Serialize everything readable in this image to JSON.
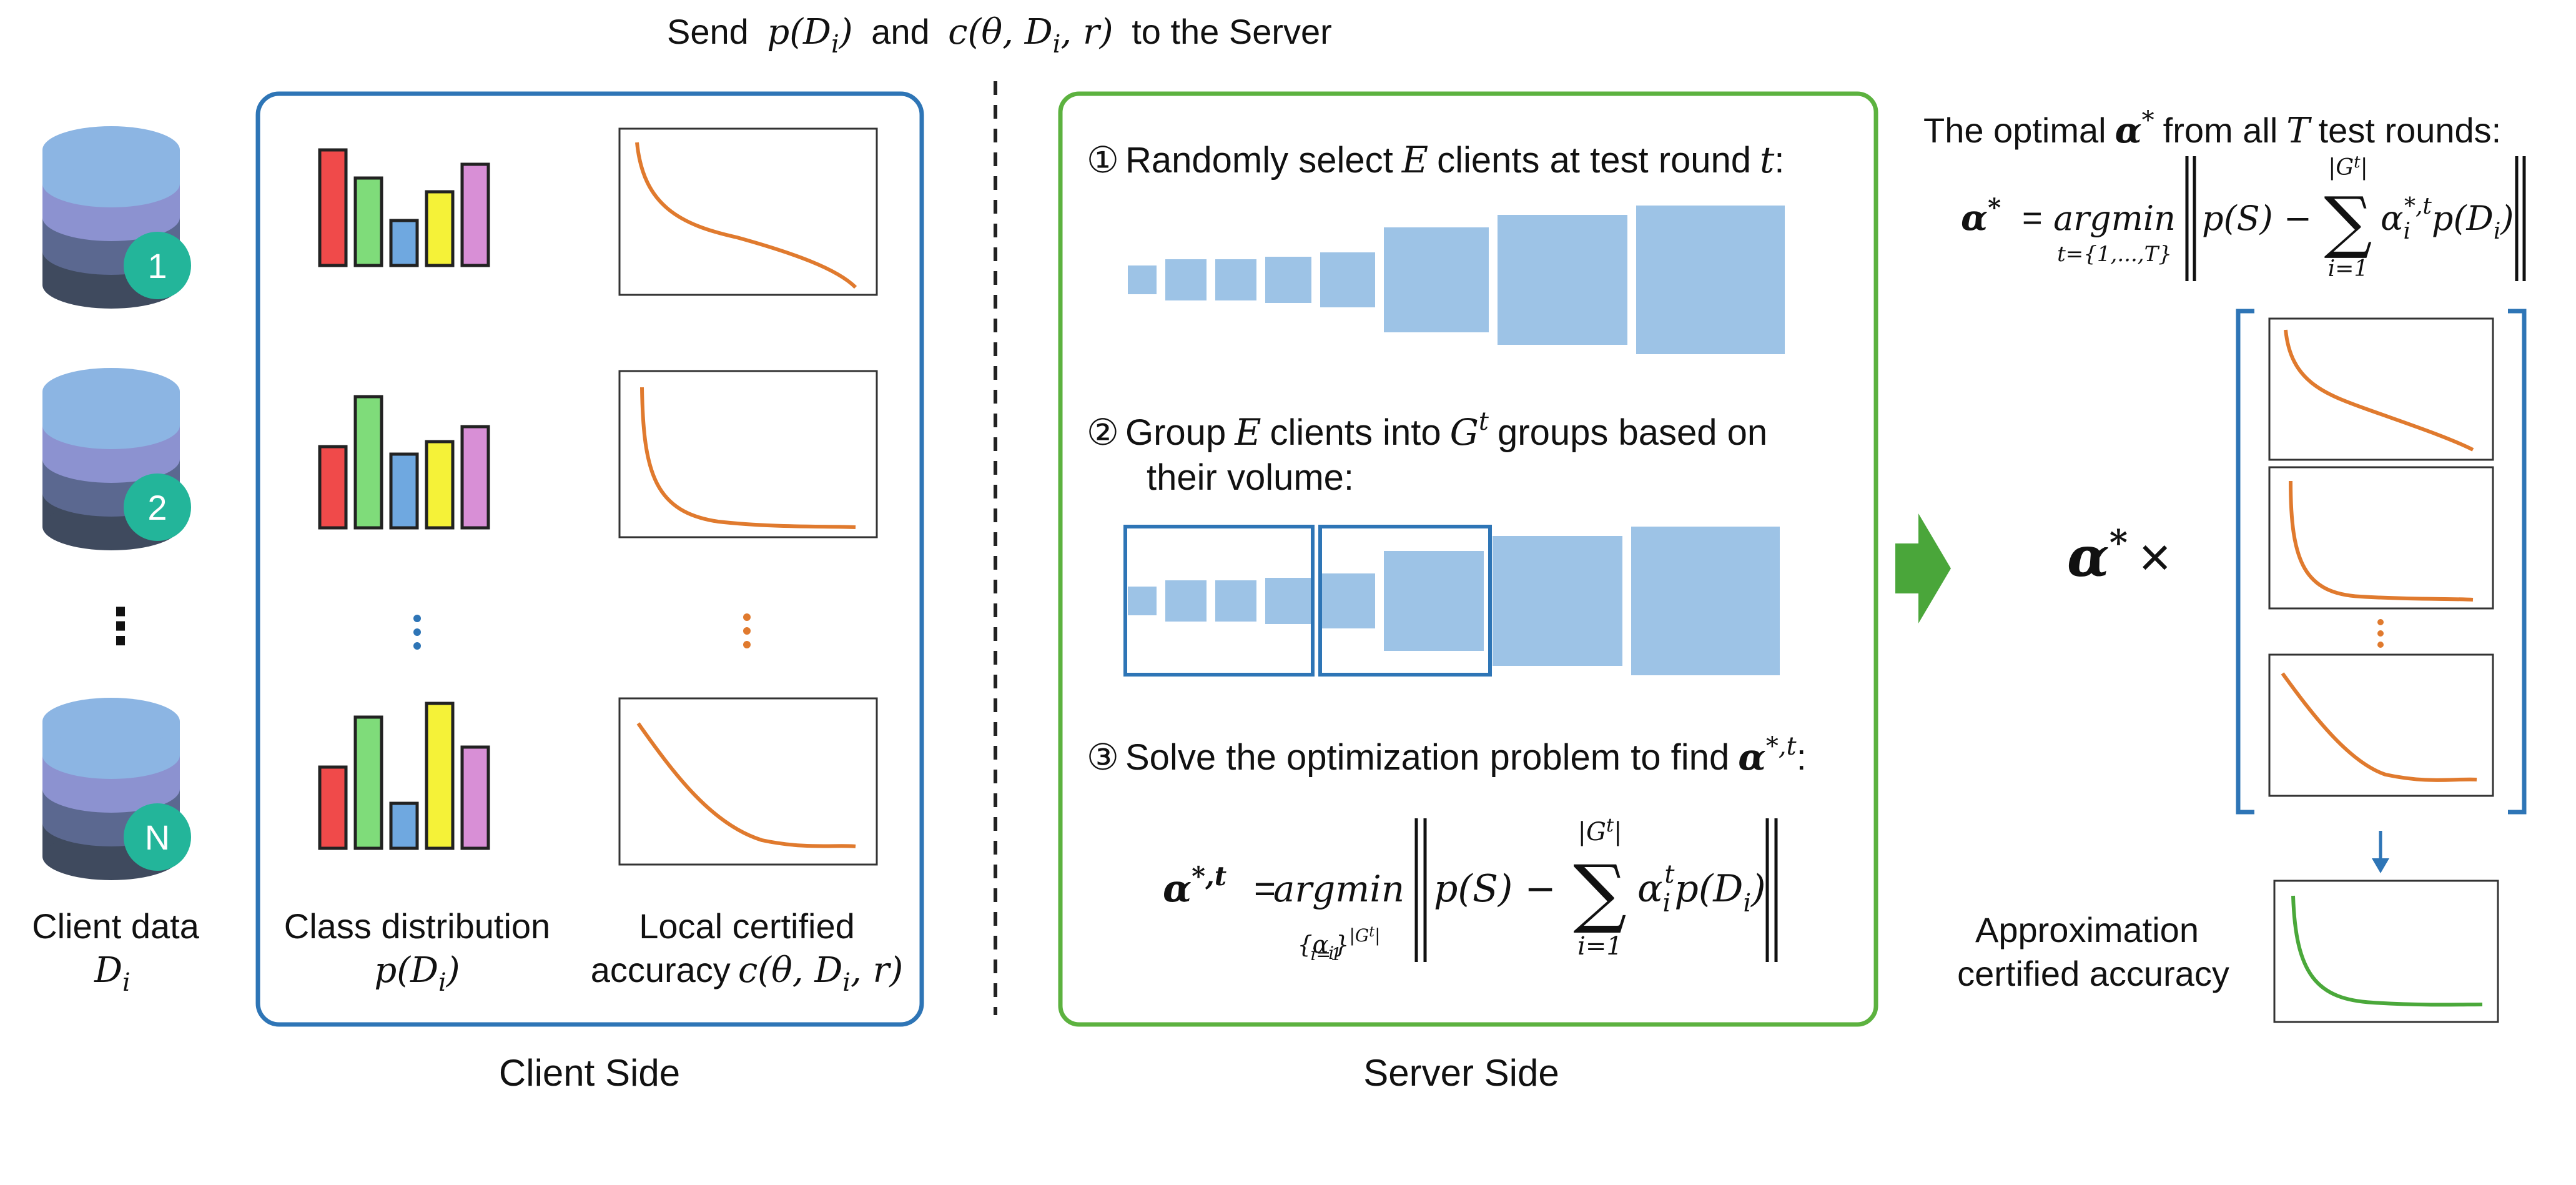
{
  "header": {
    "send_prefix": "Send",
    "p_di": "p(D",
    "p_di_close": ")",
    "and": "and",
    "c_expr": "c(θ, D",
    "c_expr_close": ", r)",
    "suffix": "to the Server",
    "sub_i": "i"
  },
  "clients": {
    "badges": [
      "1",
      "2",
      "N"
    ],
    "ellipsis": "⋮",
    "label_line1": "Client data",
    "label_var": "D",
    "label_sub": "i",
    "class_dist_line1": "Class distribution",
    "class_dist_line2": "p(D",
    "class_dist_close": ")",
    "local_acc_line1": "Local certified",
    "local_acc_line2": "accuracy",
    "local_acc_expr": "c(θ, D",
    "local_acc_close": ", r)"
  },
  "client_side_label": "Client Side",
  "server_side_label": "Server Side",
  "server": {
    "step1_num": "①",
    "step1_text_a": "Randomly select",
    "step1_var": "E",
    "step1_text_b": "clients at test round",
    "step1_var2": "t",
    "step1_end": ":",
    "step2_num": "②",
    "step2_text_a": "Group",
    "step2_var": "E",
    "step2_text_b": "clients into",
    "step2_var2": "G",
    "step2_sup": "t",
    "step2_text_c": "groups based on",
    "step2_line2": "their volume:",
    "step3_num": "③",
    "step3_text": "Solve the optimization problem to find",
    "step3_alpha": "α",
    "step3_sup": "*,t",
    "step3_end": ":",
    "eq_lhs": "α",
    "eq_lhs_sup": "*,t",
    "eq_equals": "=",
    "eq_argmin": "argmin",
    "eq_argmin_sub": "{α",
    "eq_argmin_sub_i": "i",
    "eq_argmin_sub_close": "}",
    "eq_argmin_sub_sup": "|G",
    "eq_argmin_sub_sup_t": "t",
    "eq_argmin_sub_sup_close": "|",
    "eq_argmin_sub_lower": "i=1",
    "eq_ps": "p(S) −",
    "eq_sum": "∑",
    "eq_sum_top": "|G",
    "eq_sum_top_t": "t",
    "eq_sum_top_close": "|",
    "eq_sum_bottom": "i=1",
    "eq_term_a": "α",
    "eq_term_sub": "i",
    "eq_term_sup": "t",
    "eq_term_b": "p(D",
    "eq_term_close": ")"
  },
  "right": {
    "optimal_text_a": "The optimal",
    "optimal_alpha": "α",
    "optimal_sup": "*",
    "optimal_text_b": "from all",
    "optimal_var": "T",
    "optimal_text_c": "test rounds:",
    "eq_lhs": "α",
    "eq_lhs_sup": "*",
    "eq_equals": "=",
    "eq_argmin": "argmin",
    "eq_argmin_sub": "t={1,...,T}",
    "eq_ps": "p(S) −",
    "eq_sum": "∑",
    "eq_sum_top": "|G",
    "eq_sum_top_t": "t",
    "eq_sum_top_close": "|",
    "eq_sum_bottom": "i=1",
    "eq_term_a": "α",
    "eq_term_sub": "i",
    "eq_term_sup": "*,t",
    "eq_term_b": "p(D",
    "eq_term_close": ")",
    "times_alpha": "α",
    "times_sup": "*",
    "times_sign": "×",
    "approx_line1": "Approximation",
    "approx_line2": "certified accuracy"
  },
  "colors": {
    "client_box": "#2e75b6",
    "server_box": "#5cb23f",
    "curve_orange": "#e07a2e",
    "curve_green": "#4aa83a",
    "square_fill": "#9dc3e6",
    "group_box": "#2e75b6",
    "arrow_green": "#4aa63a",
    "badge": "#23b59a",
    "bar_red": "#f04a4a",
    "bar_green": "#7fdc7a",
    "bar_blue": "#6fa8e0",
    "bar_yellow": "#f5f238",
    "bar_purple": "#d88fd6"
  },
  "icons": [
    "database-icon",
    "arrow-right-icon",
    "arrow-down-icon"
  ]
}
